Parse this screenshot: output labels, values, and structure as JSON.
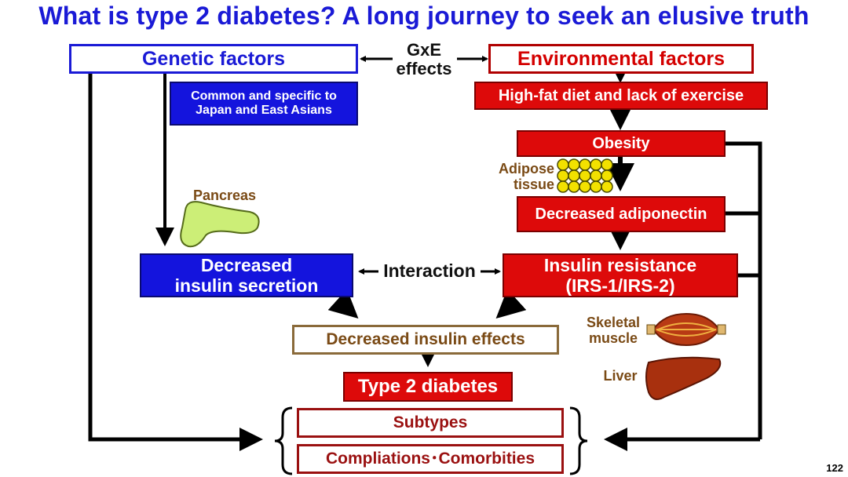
{
  "slide": {
    "title": "What is type 2 diabetes? A long journey to seek an elusive truth",
    "page_number": "122"
  },
  "nodes": {
    "genetic_factors": "Genetic factors",
    "environmental_factors": "Environmental factors",
    "gxe_line1": "GxE",
    "gxe_line2": "effects",
    "japan_east_asians": "Common and specific to Japan and East Asians",
    "high_fat_diet": "High-fat diet and lack of exercise",
    "obesity": "Obesity",
    "adipose_line1": "Adipose",
    "adipose_line2": "tissue",
    "decreased_adiponectin": "Decreased adiponectin",
    "pancreas": "Pancreas",
    "decreased_insulin_secretion_line1": "Decreased",
    "decreased_insulin_secretion_line2": "insulin secretion",
    "interaction": "Interaction",
    "insulin_resistance_line1": "Insulin resistance",
    "insulin_resistance_line2": "(IRS-1/IRS-2)",
    "decreased_insulin_effects": "Decreased insulin effects",
    "skeletal_line1": "Skeletal",
    "skeletal_line2": "muscle",
    "liver": "Liver",
    "type2_diabetes": "Type 2 diabetes",
    "subtypes": "Subtypes",
    "complications": "Compliations･Comorbities"
  },
  "colors": {
    "title_blue": "#1a1ad6",
    "red": "#dd0a0a",
    "blue": "#1414dd",
    "brown_text": "#7a4a15",
    "dark_red": "#9a1010"
  },
  "icons": [
    "pancreas-icon",
    "adipose-cells-icon",
    "skeletal-muscle-icon",
    "liver-icon"
  ]
}
